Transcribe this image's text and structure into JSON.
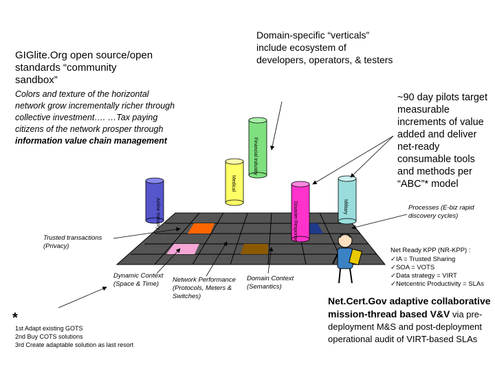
{
  "title": "GIGlite.Org open source/open standards “community sandbox”",
  "description_parts": {
    "part1": "Colors and texture of the horizontal network grow incrementally richer through collective investment…. …Tax paying citizens of the network prosper through ",
    "bold": "information value chain management"
  },
  "verticals_note": "Domain-specific “verticals” include ecosystem of developers, operators, & testers",
  "pilots_note": "~90 day pilots target measurable increments of value added and deliver net-ready consumable tools and methods per “ABC”* model",
  "processes_label": "Processes (E-biz rapid discovery cycles)",
  "trusted_label": "Trusted transactions (Privacy)",
  "dynamic_label": "Dynamic Context (Space & Time)",
  "network_label": "Network Performance (Protocols, Meters & Switches)",
  "domain_label": "Domain Context (Semantics)",
  "kpp": {
    "heading": "Net Ready KPP (NR-KPP) :",
    "items": [
      "IA = Trusted Sharing",
      "SOA = VOTS",
      "Data strategy = VIRT",
      "Netcentric Productivity = SLAs"
    ]
  },
  "netcert": {
    "highlight": "Net.Cert.Gov adaptive collaborative mission-thread based V&V",
    "rest1": " via pre-deployment M&S and  post-deployment operational audit of VIRT-based SLAs"
  },
  "gots": {
    "star": "*",
    "line1": "1st Adapt existing GOTS",
    "line2": "2nd Buy COTS solutions",
    "line3": "3rd Create adaptable solution as last resort"
  },
  "cylinders": {
    "financial": "Financial Industry",
    "medical": "Medical",
    "airline": "Airline Industry",
    "disaster": "Disaster Response",
    "military": "Military"
  },
  "colors": {
    "grid": "#555555",
    "orange": "#ff6600",
    "blue": "#1e3a8a",
    "pink": "#f4a6d7",
    "olive": "#8b5a00",
    "green": "#7ee07e",
    "yellow": "#ffff66",
    "purple": "#5555cc",
    "magenta": "#ff33cc",
    "teal": "#99dddd"
  }
}
